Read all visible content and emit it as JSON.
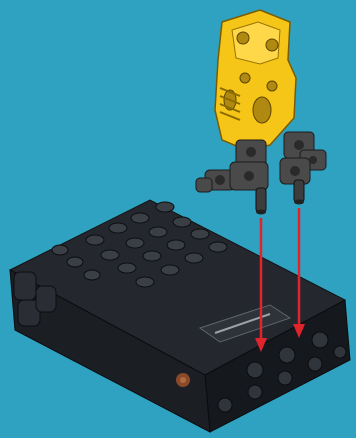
{
  "scene": {
    "background_color": "#2fa2c2",
    "assembly_step": {
      "subassembly": {
        "name": "yellow-lift-arm-assembly",
        "body_color": "#f5c518",
        "connector_color": "#4a4a4a"
      },
      "base": {
        "name": "black-motor-battery-box",
        "body_color": "#1c1f24",
        "accent_color": "#8a4a2a"
      },
      "insertion_arrows": {
        "color": "#e0242c",
        "count": 2
      }
    }
  }
}
